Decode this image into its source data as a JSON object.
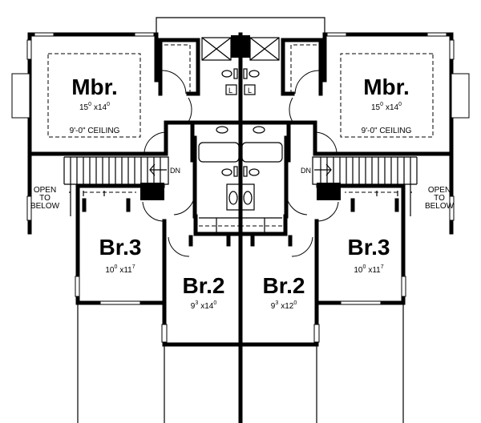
{
  "rooms": {
    "mbr_left": {
      "name": "Mbr.",
      "w_ft": "15",
      "w_in": "0",
      "l_ft": "14",
      "l_in": "0",
      "ceiling": "9'-0\" CEILING"
    },
    "mbr_right": {
      "name": "Mbr.",
      "w_ft": "15",
      "w_in": "0",
      "l_ft": "14",
      "l_in": "0",
      "ceiling": "9'-0\" CEILING"
    },
    "br3_left": {
      "name": "Br.3",
      "w_ft": "10",
      "w_in": "0",
      "l_ft": "11",
      "l_in": "7"
    },
    "br3_right": {
      "name": "Br.3",
      "w_ft": "10",
      "w_in": "0",
      "l_ft": "11",
      "l_in": "7"
    },
    "br2_left": {
      "name": "Br.2",
      "w_ft": "9",
      "w_in": "3",
      "l_ft": "14",
      "l_in": "0"
    },
    "br2_right": {
      "name": "Br.2",
      "w_ft": "9",
      "w_in": "3",
      "l_ft": "12",
      "l_in": "0"
    }
  },
  "labels": {
    "down": "DN",
    "open_to_below": [
      "OPEN",
      "TO",
      "BELOW"
    ],
    "laundry": "L",
    "times": "x"
  }
}
